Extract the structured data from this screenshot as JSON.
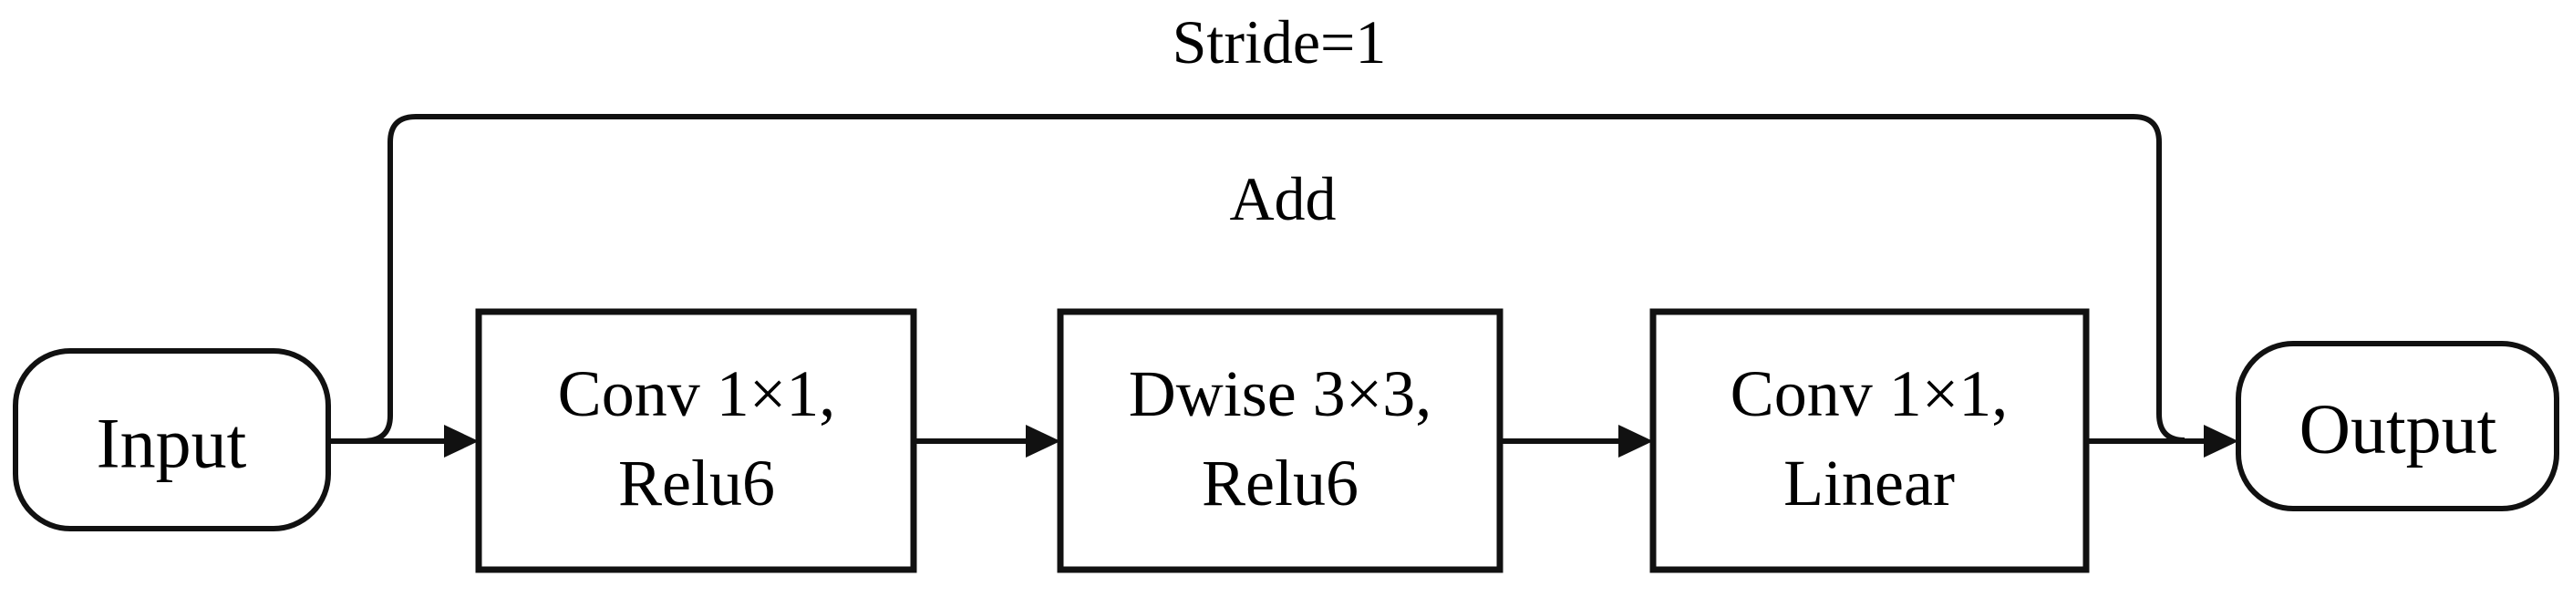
{
  "figure": {
    "type": "flow-diagram",
    "description": "Inverted residual bottleneck block with skip connection",
    "stride_label": "Stride=1",
    "skip_add_label": "Add",
    "nodes": [
      {
        "id": "input",
        "shape": "terminator",
        "label": "Input"
      },
      {
        "id": "conv-expand",
        "shape": "rect",
        "line1": "Conv 1×1,",
        "line2": "Relu6"
      },
      {
        "id": "dwise",
        "shape": "rect",
        "line1": "Dwise 3×3,",
        "line2": "Relu6"
      },
      {
        "id": "conv-project",
        "shape": "rect",
        "line1": "Conv 1×1,",
        "line2": "Linear"
      },
      {
        "id": "output",
        "shape": "terminator",
        "label": "Output"
      }
    ],
    "edges": [
      {
        "from": "input",
        "to": "conv-expand"
      },
      {
        "from": "conv-expand",
        "to": "dwise"
      },
      {
        "from": "dwise",
        "to": "conv-project"
      },
      {
        "from": "conv-project",
        "to": "output"
      },
      {
        "from": "input",
        "to": "output",
        "type": "skip",
        "label": "Add",
        "condition": "Stride=1"
      }
    ],
    "colors": {
      "stroke": "#111111",
      "fill": "#ffffff",
      "text": "#000000",
      "background": "#ffffff"
    }
  }
}
